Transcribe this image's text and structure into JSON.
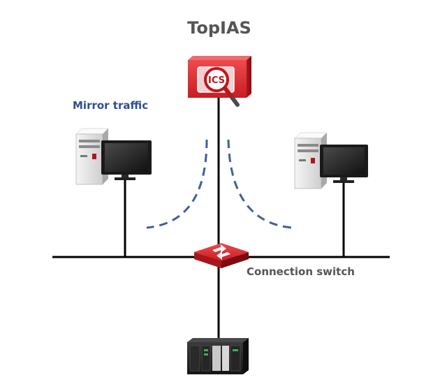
{
  "title": "TopIAS",
  "mirror_label": "Mirror traffic",
  "switch_label": "Connection switch",
  "appliance_badge": "ICS",
  "colors": {
    "line": "#000000",
    "dash": "#3d5f9c",
    "appliance_red": "#d8232a",
    "title_gray": "#555555",
    "mirror_blue": "#2f4f8f"
  },
  "icons": {
    "appliance": "ics-appliance-icon",
    "switch": "switch-icon",
    "workstation": "computer-icon",
    "controller": "plc-icon"
  }
}
